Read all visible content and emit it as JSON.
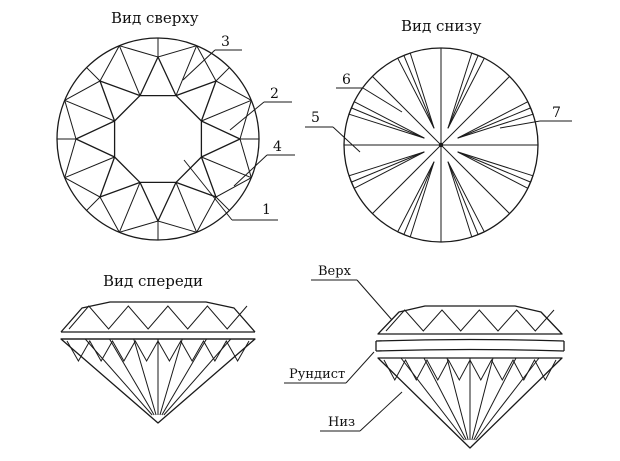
{
  "views": {
    "top": {
      "title": "Вид сверху"
    },
    "bottom": {
      "title": "Вид снизу"
    },
    "front": {
      "title": "Вид спереди"
    }
  },
  "callouts": {
    "c1": "1",
    "c2": "2",
    "c3": "3",
    "c4": "4",
    "c5": "5",
    "c6": "6",
    "c7": "7"
  },
  "parts": {
    "crown": "Верх",
    "girdle": "Рундист",
    "pavilion": "Низ"
  }
}
